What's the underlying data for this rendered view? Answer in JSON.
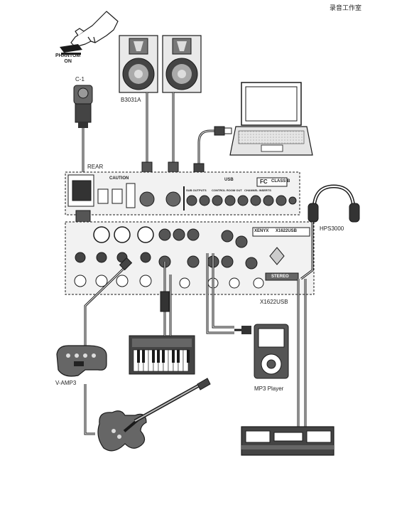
{
  "watermark": "录音工作室",
  "phantom_label": [
    "PHANTOM",
    "ON"
  ],
  "devices": {
    "mic": "C-1",
    "monitors": "B3031A",
    "rear_panel": "REAR",
    "headphones": "HPS3000",
    "mixer": "X1622USB",
    "multi_effects": "V-AMP3",
    "mp3_player": "MP3 Player"
  },
  "panel_text": {
    "caution": "CAUTION",
    "usb": "USB",
    "fcc": "FC",
    "class_b": "CLASS B",
    "brand": "XENYX",
    "model": "X1622USB",
    "stereo": "STEREO",
    "sub_outputs": "SUB OUTPUTS",
    "control_room": "CONTROL ROOM OUT",
    "channel_inserts": "CHANNEL INSERTS"
  },
  "colors": {
    "line": "#1a1a1a",
    "panel": "#f2f2f2",
    "dark": "#444444"
  }
}
